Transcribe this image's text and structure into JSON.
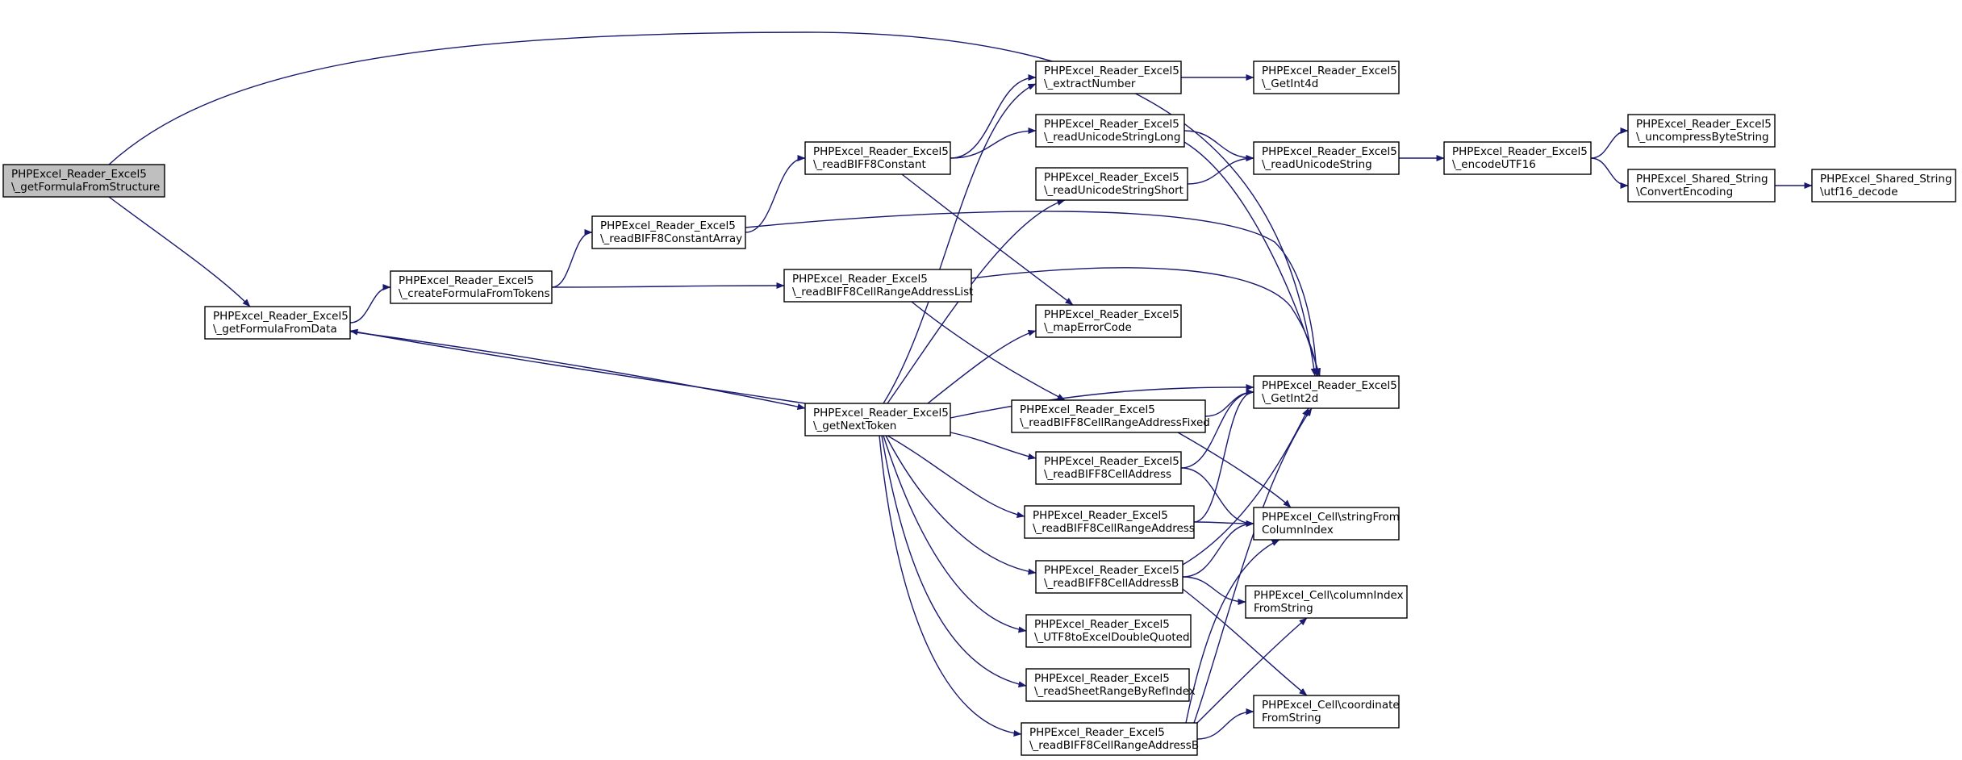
{
  "nodes": [
    {
      "id": "getFormulaFromStructure",
      "lines": [
        "PHPExcel_Reader_Excel5",
        "\\_getFormulaFromStructure"
      ],
      "root": true
    },
    {
      "id": "getFormulaFromData",
      "lines": [
        "PHPExcel_Reader_Excel5",
        "\\_getFormulaFromData"
      ]
    },
    {
      "id": "createFormulaFromTokens",
      "lines": [
        "PHPExcel_Reader_Excel5",
        "\\_createFormulaFromTokens"
      ]
    },
    {
      "id": "readBIFF8ConstantArray",
      "lines": [
        "PHPExcel_Reader_Excel5",
        "\\_readBIFF8ConstantArray"
      ]
    },
    {
      "id": "readBIFF8Constant",
      "lines": [
        "PHPExcel_Reader_Excel5",
        "\\_readBIFF8Constant"
      ]
    },
    {
      "id": "readBIFF8CellRangeAddressList",
      "lines": [
        "PHPExcel_Reader_Excel5",
        "\\_readBIFF8CellRangeAddressList"
      ]
    },
    {
      "id": "getNextToken",
      "lines": [
        "PHPExcel_Reader_Excel5",
        "\\_getNextToken"
      ]
    },
    {
      "id": "extractNumber",
      "lines": [
        "PHPExcel_Reader_Excel5",
        "\\_extractNumber"
      ]
    },
    {
      "id": "readUnicodeStringLong",
      "lines": [
        "PHPExcel_Reader_Excel5",
        "\\_readUnicodeStringLong"
      ]
    },
    {
      "id": "readUnicodeStringShort",
      "lines": [
        "PHPExcel_Reader_Excel5",
        "\\_readUnicodeStringShort"
      ]
    },
    {
      "id": "mapErrorCode",
      "lines": [
        "PHPExcel_Reader_Excel5",
        "\\_mapErrorCode"
      ]
    },
    {
      "id": "readBIFF8CellRangeAddressFixed",
      "lines": [
        "PHPExcel_Reader_Excel5",
        "\\_readBIFF8CellRangeAddressFixed"
      ]
    },
    {
      "id": "readBIFF8CellAddress",
      "lines": [
        "PHPExcel_Reader_Excel5",
        "\\_readBIFF8CellAddress"
      ]
    },
    {
      "id": "readBIFF8CellRangeAddress",
      "lines": [
        "PHPExcel_Reader_Excel5",
        "\\_readBIFF8CellRangeAddress"
      ]
    },
    {
      "id": "readBIFF8CellAddressB",
      "lines": [
        "PHPExcel_Reader_Excel5",
        "\\_readBIFF8CellAddressB"
      ]
    },
    {
      "id": "UTF8toExcelDoubleQuoted",
      "lines": [
        "PHPExcel_Reader_Excel5",
        "\\_UTF8toExcelDoubleQuoted"
      ]
    },
    {
      "id": "readSheetRangeByRefIndex",
      "lines": [
        "PHPExcel_Reader_Excel5",
        "\\_readSheetRangeByRefIndex"
      ]
    },
    {
      "id": "readBIFF8CellRangeAddressB",
      "lines": [
        "PHPExcel_Reader_Excel5",
        "\\_readBIFF8CellRangeAddressB"
      ]
    },
    {
      "id": "GetInt4d",
      "lines": [
        "PHPExcel_Reader_Excel5",
        "\\_GetInt4d"
      ]
    },
    {
      "id": "readUnicodeString",
      "lines": [
        "PHPExcel_Reader_Excel5",
        "\\_readUnicodeString"
      ]
    },
    {
      "id": "GetInt2d",
      "lines": [
        "PHPExcel_Reader_Excel5",
        "\\_GetInt2d"
      ]
    },
    {
      "id": "stringFromColumnIndex",
      "lines": [
        "PHPExcel_Cell\\stringFrom",
        "ColumnIndex"
      ]
    },
    {
      "id": "columnIndexFromString",
      "lines": [
        "PHPExcel_Cell\\columnIndex",
        "FromString"
      ]
    },
    {
      "id": "coordinateFromString",
      "lines": [
        "PHPExcel_Cell\\coordinate",
        "FromString"
      ]
    },
    {
      "id": "encodeUTF16",
      "lines": [
        "PHPExcel_Reader_Excel5",
        "\\_encodeUTF16"
      ]
    },
    {
      "id": "uncompressByteString",
      "lines": [
        "PHPExcel_Reader_Excel5",
        "\\_uncompressByteString"
      ]
    },
    {
      "id": "ConvertEncoding",
      "lines": [
        "PHPExcel_Shared_String",
        "\\ConvertEncoding"
      ]
    },
    {
      "id": "utf16_decode",
      "lines": [
        "PHPExcel_Shared_String",
        "\\utf16_decode"
      ]
    }
  ],
  "edges": [
    [
      "getFormulaFromStructure",
      "GetInt2d"
    ],
    [
      "getFormulaFromStructure",
      "getFormulaFromData"
    ],
    [
      "getFormulaFromData",
      "createFormulaFromTokens"
    ],
    [
      "getFormulaFromData",
      "getNextToken"
    ],
    [
      "getNextToken",
      "getFormulaFromData"
    ],
    [
      "createFormulaFromTokens",
      "readBIFF8ConstantArray"
    ],
    [
      "createFormulaFromTokens",
      "readBIFF8CellRangeAddressList"
    ],
    [
      "readBIFF8ConstantArray",
      "readBIFF8Constant"
    ],
    [
      "readBIFF8ConstantArray",
      "GetInt2d"
    ],
    [
      "readBIFF8Constant",
      "extractNumber"
    ],
    [
      "readBIFF8Constant",
      "readUnicodeStringLong"
    ],
    [
      "readBIFF8Constant",
      "mapErrorCode"
    ],
    [
      "readBIFF8CellRangeAddressList",
      "GetInt2d"
    ],
    [
      "readBIFF8CellRangeAddressList",
      "readBIFF8CellRangeAddressFixed"
    ],
    [
      "getNextToken",
      "extractNumber"
    ],
    [
      "getNextToken",
      "readUnicodeStringShort"
    ],
    [
      "getNextToken",
      "mapErrorCode"
    ],
    [
      "getNextToken",
      "GetInt2d"
    ],
    [
      "getNextToken",
      "readBIFF8CellAddress"
    ],
    [
      "getNextToken",
      "readBIFF8CellRangeAddress"
    ],
    [
      "getNextToken",
      "readBIFF8CellAddressB"
    ],
    [
      "getNextToken",
      "UTF8toExcelDoubleQuoted"
    ],
    [
      "getNextToken",
      "readSheetRangeByRefIndex"
    ],
    [
      "getNextToken",
      "readBIFF8CellRangeAddressB"
    ],
    [
      "extractNumber",
      "GetInt4d"
    ],
    [
      "readUnicodeStringLong",
      "readUnicodeString"
    ],
    [
      "readUnicodeStringLong",
      "GetInt2d"
    ],
    [
      "readUnicodeStringShort",
      "readUnicodeString"
    ],
    [
      "readUnicodeString",
      "encodeUTF16"
    ],
    [
      "encodeUTF16",
      "uncompressByteString"
    ],
    [
      "encodeUTF16",
      "ConvertEncoding"
    ],
    [
      "ConvertEncoding",
      "utf16_decode"
    ],
    [
      "readBIFF8CellRangeAddressFixed",
      "GetInt2d"
    ],
    [
      "readBIFF8CellRangeAddressFixed",
      "stringFromColumnIndex"
    ],
    [
      "readBIFF8CellAddress",
      "GetInt2d"
    ],
    [
      "readBIFF8CellAddress",
      "stringFromColumnIndex"
    ],
    [
      "readBIFF8CellRangeAddress",
      "GetInt2d"
    ],
    [
      "readBIFF8CellRangeAddress",
      "stringFromColumnIndex"
    ],
    [
      "readBIFF8CellAddressB",
      "GetInt2d"
    ],
    [
      "readBIFF8CellAddressB",
      "stringFromColumnIndex"
    ],
    [
      "readBIFF8CellAddressB",
      "columnIndexFromString"
    ],
    [
      "readBIFF8CellAddressB",
      "coordinateFromString"
    ],
    [
      "readBIFF8CellRangeAddressB",
      "GetInt2d"
    ],
    [
      "readBIFF8CellRangeAddressB",
      "stringFromColumnIndex"
    ],
    [
      "readBIFF8CellRangeAddressB",
      "columnIndexFromString"
    ],
    [
      "readBIFF8CellRangeAddressB",
      "coordinateFromString"
    ]
  ],
  "colors": {
    "edge": "#191970",
    "root_fill": "#bfbfbf",
    "node_fill": "#ffffff",
    "node_border": "#000000"
  }
}
